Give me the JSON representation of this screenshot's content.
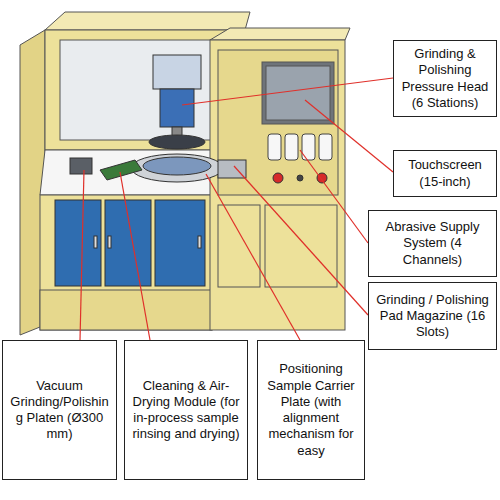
{
  "diagram": {
    "nodes": [
      {
        "text": [
          "Grinding & Polishing Pressure Head (6 Stations)"
        ]
      },
      {
        "text": [
          "Touchscreen (15-inch)"
        ]
      },
      {
        "text": [
          "Abrasive Supply System (4 Channels)"
        ]
      },
      {
        "text": [
          "Grinding / Polishing Pad Magazine (16 Slots)"
        ]
      },
      {
        "text": [
          "Vacuum Grinding/Polishing Platen (Ø300 mm)"
        ]
      },
      {
        "text": [
          "Cleaning & Air-Drying Module (for in-process sample rinsing and drying)"
        ]
      },
      {
        "text": [
          "Positioning Sample Carrier Plate (with alignment mechanism for easy"
        ]
      }
    ]
  }
}
